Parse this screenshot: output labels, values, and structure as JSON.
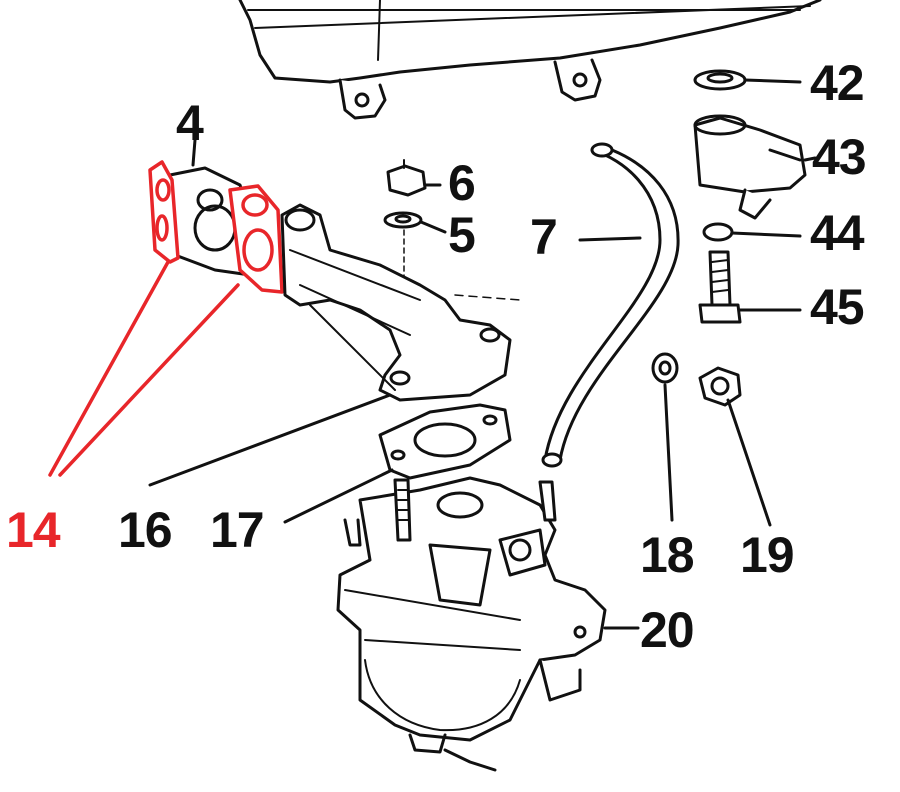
{
  "colors": {
    "ink": "#111111",
    "highlight": "#e8262a",
    "paper": "#ffffff"
  },
  "labels": {
    "p4": "4",
    "p5": "5",
    "p6": "6",
    "p7": "7",
    "p14": "14",
    "p16": "16",
    "p17": "17",
    "p18": "18",
    "p19": "19",
    "p20": "20",
    "p42": "42",
    "p43": "43",
    "p44": "44",
    "p45": "45"
  }
}
